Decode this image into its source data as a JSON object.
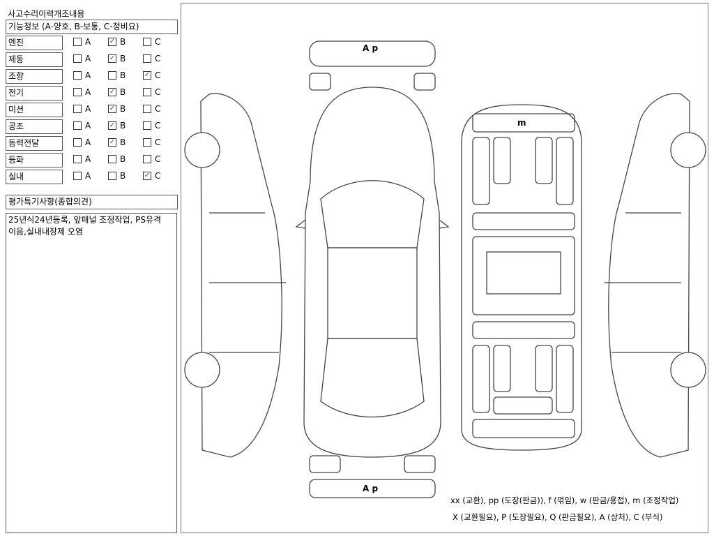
{
  "title": "사고수리이력개조내용",
  "function_header": "기능정보 (A-양호, B-보통, C-정비요)",
  "options": [
    "A",
    "B",
    "C"
  ],
  "rows": [
    {
      "label": "엔진",
      "checked": "B"
    },
    {
      "label": "제동",
      "checked": "B"
    },
    {
      "label": "조향",
      "checked": "C"
    },
    {
      "label": "전기",
      "checked": "B"
    },
    {
      "label": "미션",
      "checked": "B"
    },
    {
      "label": "공조",
      "checked": "B"
    },
    {
      "label": "동력전달",
      "checked": "B"
    },
    {
      "label": "등화",
      "checked": "none"
    },
    {
      "label": "실내",
      "checked": "C"
    }
  ],
  "remarks_header": "평가특기사항(종합의견)",
  "remarks_text": "25년식24년등록, 앞패널 조정작업, PS유격\n이음,실내내장제 오염",
  "diagram": {
    "front_bumper_mark": "A p",
    "rear_bumper_mark": "A p",
    "roof_mark": "m"
  },
  "legend": {
    "line1": "xx (교환), pp (도장(판금)), f (꺾임), w (판금/용접), m (조정작업)",
    "line2": "X (교환필요), P (도장필요), Q (판금필요), A (상처), C (부식)"
  }
}
